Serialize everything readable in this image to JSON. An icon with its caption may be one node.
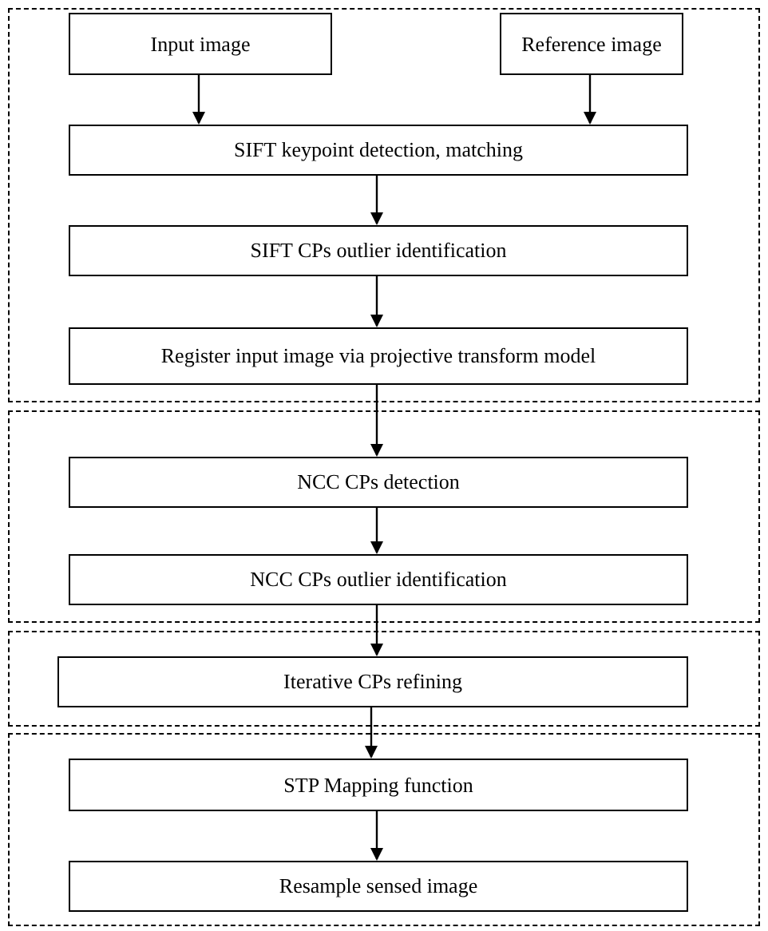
{
  "diagram": {
    "nodes": [
      {
        "text": [],
        "shape": "box"
      },
      {
        "text": [
          "Input image"
        ],
        "in": 0
      },
      {
        "text": [
          "Reference image"
        ],
        "in": 0
      },
      {
        "text": [
          "SIFT keypoint detection, matching"
        ],
        "in": 0
      },
      {
        "text": [
          "SIFT CPs outlier identification"
        ],
        "in": 0
      },
      {
        "text": [
          "Register input image via projective transform model"
        ],
        "in": 0
      },
      {
        "text": [],
        "shape": "box"
      },
      {
        "text": [
          "NCC CPs detection"
        ],
        "in": 6
      },
      {
        "text": [
          "NCC CPs outlier identification"
        ],
        "in": 6
      },
      {
        "text": [],
        "shape": "box"
      },
      {
        "text": [
          "Iterative CPs refining"
        ],
        "in": 9
      },
      {
        "text": [],
        "shape": "box"
      },
      {
        "text": [
          "STP Mapping function"
        ],
        "in": 11
      },
      {
        "text": [
          "Resample sensed image"
        ],
        "in": 11
      }
    ],
    "edges": [
      {
        "from": 1,
        "to": 3,
        "arrow": "to"
      },
      {
        "from": 2,
        "to": 3,
        "arrow": "to"
      },
      {
        "from": 3,
        "to": 4,
        "arrow": "to"
      },
      {
        "from": 4,
        "to": 5,
        "arrow": "to"
      },
      {
        "from": 5,
        "to": 7,
        "arrow": "to"
      },
      {
        "from": 7,
        "to": 8,
        "arrow": "to"
      },
      {
        "from": 8,
        "to": 10,
        "arrow": "to"
      },
      {
        "from": 10,
        "to": 12,
        "arrow": "to"
      },
      {
        "from": 12,
        "to": 13,
        "arrow": "to"
      }
    ]
  }
}
